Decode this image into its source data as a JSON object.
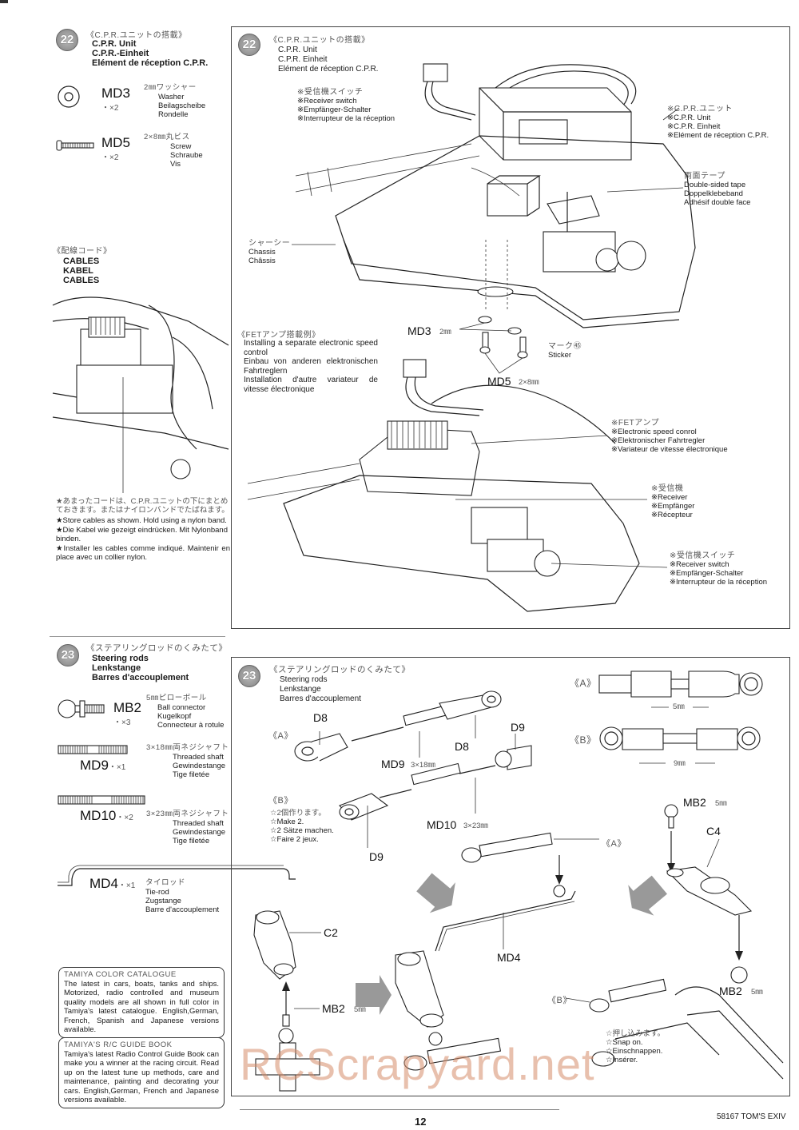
{
  "page": {
    "page_number": "12",
    "product_code": "58167 TOM'S EXIV",
    "watermark": "RCScrapyard.net",
    "watermark_color": "#d68c69"
  },
  "step22": {
    "number": "22",
    "sidebar": {
      "title_jp": "《C.P.R.ユニットの搭載》",
      "title_en": "C.P.R. Unit",
      "title_de": "C.P.R.-Einheit",
      "title_fr": "Elément de réception C.P.R.",
      "parts": [
        {
          "code": "MD3",
          "qty": "・×2",
          "size_jp": "2㎜ワッシャー",
          "en": "Washer",
          "de": "Beilagscheibe",
          "fr": "Rondelle",
          "icon": "washer-icon"
        },
        {
          "code": "MD5",
          "qty": "・×2",
          "size_jp": "2×8㎜丸ビス",
          "en": "Screw",
          "de": "Schraube",
          "fr": "Vis",
          "icon": "screw-icon"
        }
      ],
      "cables": {
        "title_jp": "《配線コード》",
        "en": "CABLES",
        "de": "KABEL",
        "fr": "CABLES"
      },
      "notes": [
        "★あまったコードは、C.P.R.ユニットの下にまとめておきます。またはナイロンバンドでたばねます。",
        "★Store cables as shown. Hold using a nylon band.",
        "★Die Kabel wie gezeigt eindrücken. Mit Nylonband binden.",
        "★Installer les cables comme indiqué. Maintenir en place avec un collier nylon."
      ]
    },
    "main": {
      "title_jp": "《C.P.R.ユニットの搭載》",
      "title_en": "C.P.R. Unit",
      "title_de": "C.P.R. Einheit",
      "title_fr": "Elément de réception C.P.R.",
      "callouts": {
        "receiver_switch": [
          "※受信機スイッチ",
          "※Receiver switch",
          "※Empfänger-Schalter",
          "※Interrupteur de la réception"
        ],
        "cpr_unit": [
          "※C.P.R.ユニット",
          "※C.P.R. Unit",
          "※C.P.R. Einheit",
          "※Elément de réception C.P.R."
        ],
        "tape": [
          "両面テープ",
          "Double-sided tape",
          "Doppelklebeband",
          "Adhésif double face"
        ],
        "chassis": [
          "シャーシー",
          "Chassis",
          "Châssis"
        ],
        "md3": {
          "code": "MD3",
          "size": "2㎜"
        },
        "md5": {
          "code": "MD5",
          "size": "2×8㎜"
        },
        "sticker": [
          "マーク㊺",
          "Sticker"
        ]
      },
      "fet": {
        "title_jp": "《FETアンプ搭載例》",
        "lines": [
          "Installing a separate electronic speed control",
          "Einbau von anderen elektronischen Fahrtreglern",
          "Installation d'autre variateur de vitesse électronique"
        ],
        "esc": [
          "※FETアンプ",
          "※Electronic speed conrol",
          "※Elektronischer Fahrtregler",
          "※Variateur de vitesse électronique"
        ],
        "receiver": [
          "※受信機",
          "※Receiver",
          "※Empfänger",
          "※Récepteur"
        ],
        "receiver_switch": [
          "※受信機スイッチ",
          "※Receiver switch",
          "※Empfänger-Schalter",
          "※Interrupteur de la réception"
        ]
      }
    }
  },
  "step23": {
    "number": "23",
    "sidebar": {
      "title_jp": "《ステアリングロッドのくみたて》",
      "title_en": "Steering rods",
      "title_de": "Lenkstange",
      "title_fr": "Barres d'accouplement",
      "parts": [
        {
          "code": "MB2",
          "qty": "・×3",
          "size_jp": "5㎜ピローボール",
          "en": "Ball connector",
          "de": "Kugelkopf",
          "fr": "Connecteur à rotule",
          "icon": "ball-connector-icon"
        },
        {
          "code": "MD9",
          "qty": "・×1",
          "size_jp": "3×18㎜両ネジシャフト",
          "en": "Threaded shaft",
          "de": "Gewindestange",
          "fr": "Tige filetée",
          "icon": "threaded-shaft-icon"
        },
        {
          "code": "MD10",
          "qty": "・×2",
          "size_jp": "3×23㎜両ネジシャフト",
          "en": "Threaded shaft",
          "de": "Gewindestange",
          "fr": "Tige filetée",
          "icon": "threaded-shaft-icon"
        },
        {
          "code": "MD4",
          "qty": "・×1",
          "size_jp": "タイロッド",
          "en": "Tie-rod",
          "de": "Zugstange",
          "fr": "Barre d'accouplement",
          "icon": "tie-rod-icon"
        }
      ]
    },
    "main": {
      "title_jp": "《ステアリングロッドのくみたて》",
      "title_en": "Steering rods",
      "title_de": "Lenkstange",
      "title_fr": "Barres d'accouplement",
      "labels": {
        "a": "《A》",
        "b": "《B》",
        "d8": "D8",
        "d9": "D9",
        "md9": "MD9",
        "md9_size": "3×18㎜",
        "md10": "MD10",
        "md10_size": "3×23㎜",
        "mb2": "MB2",
        "mb2_size": "5㎜",
        "c2": "C2",
        "c4": "C4",
        "md4": "MD4",
        "gap_a": "5㎜",
        "gap_b": "9㎜"
      },
      "make2": [
        "☆2個作ります。",
        "☆Make 2.",
        "☆2 Sätze machen.",
        "☆Faire 2 jeux."
      ],
      "snap": [
        "☆押し込みます。",
        "☆Snap on.",
        "☆Einschnappen.",
        "☆Insérer."
      ]
    }
  },
  "info_boxes": [
    {
      "title": "TAMIYA COLOR CATALOGUE",
      "text": "The latest in cars, boats, tanks and ships. Motorized, radio controlled and museum quality models are all shown in full color in Tamiya's latest catalogue. English,German, French, Spanish and Japanese versions available."
    },
    {
      "title": "TAMIYA'S R/C GUIDE BOOK",
      "text": "Tamiya's latest Radio Control Guide Book can make you a winner at the racing circuit. Read up on the latest tune up methods, care and maintenance, painting and decorating your cars. English,German, French and Japanese versions available."
    }
  ]
}
